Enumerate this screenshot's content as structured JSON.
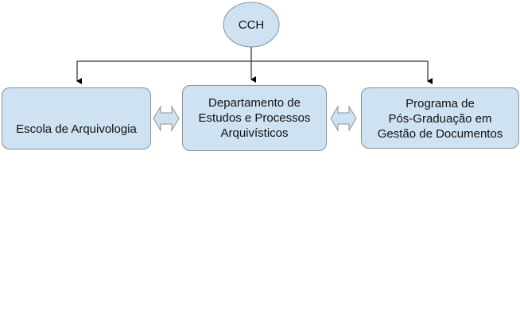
{
  "diagram": {
    "fill_color": "#cfe2f1",
    "border_color": "#8a9199",
    "root": {
      "label": "CCH"
    },
    "children": [
      {
        "label": "Escola de Arquivologia"
      },
      {
        "label": "Departamento de\nEstudos e Processos\nArquivísticos"
      },
      {
        "label": "Programa de\nPós-Graduação em\nGestão de Documentos"
      }
    ],
    "connectors": [
      "arrow-down",
      "double-arrow-horizontal"
    ]
  }
}
